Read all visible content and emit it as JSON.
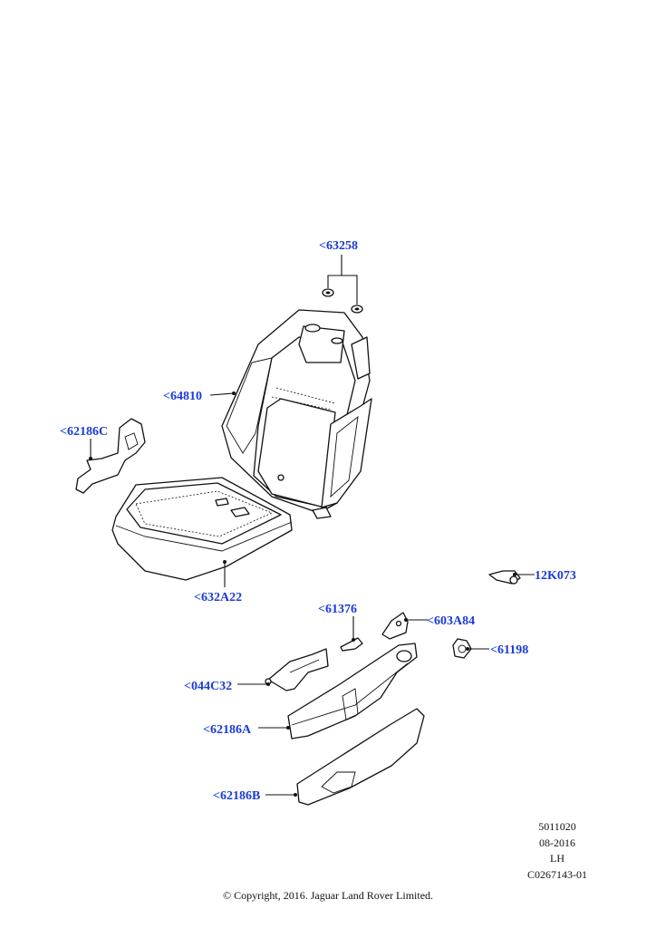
{
  "callouts": {
    "c63258": "<63258",
    "c64810": "<64810",
    "c62186C": "<62186C",
    "c632A22": "<632A22",
    "c12K073": "12K073",
    "c61376": "<61376",
    "c603A84": "<603A84",
    "c61198": "<61198",
    "c044C32": "<044C32",
    "c62186A": "<62186A",
    "c62186B": "<62186B"
  },
  "meta": {
    "code": "5011020",
    "date": "08-2016",
    "side": "LH",
    "ref": "C0267143-01"
  },
  "copyright": "© Copyright, 2016. Jaguar Land Rover Limited.",
  "colors": {
    "callout": "#1a3bd6",
    "linework": "#111111"
  }
}
